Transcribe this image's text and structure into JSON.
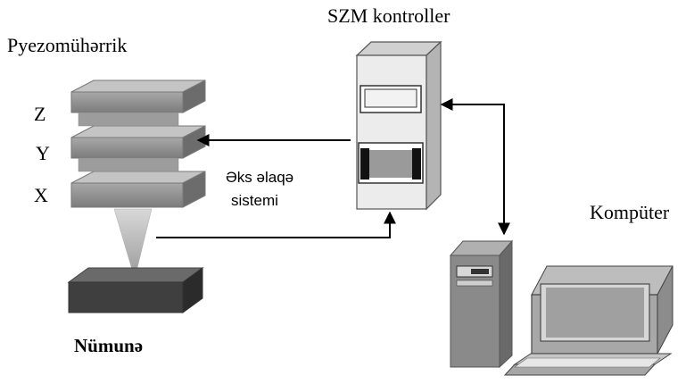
{
  "labels": {
    "piezo": "Pyezomühərrik",
    "controller": "SZM kontroller",
    "feedback_line1": "Əks əlaqə",
    "feedback_line2": "sistemi",
    "computer": "Kompüter",
    "sample": "Nümunə"
  },
  "axes": [
    "Z",
    "Y",
    "X"
  ],
  "colors": {
    "line": "#000000",
    "piezo_top": "#b8b8b8",
    "piezo_front": "#8e8e8e",
    "piezo_side": "#6e6e6e",
    "tip": "#c9c9c9",
    "sample_top": "#6a6a6a",
    "sample_front": "#3e3e3e",
    "device_body": "#e6e6e6",
    "device_side": "#bdbdbd"
  },
  "icons": {
    "controller": "tower-cabinet-icon",
    "computer_tower": "pc-tower-icon",
    "laptop": "laptop-icon"
  }
}
